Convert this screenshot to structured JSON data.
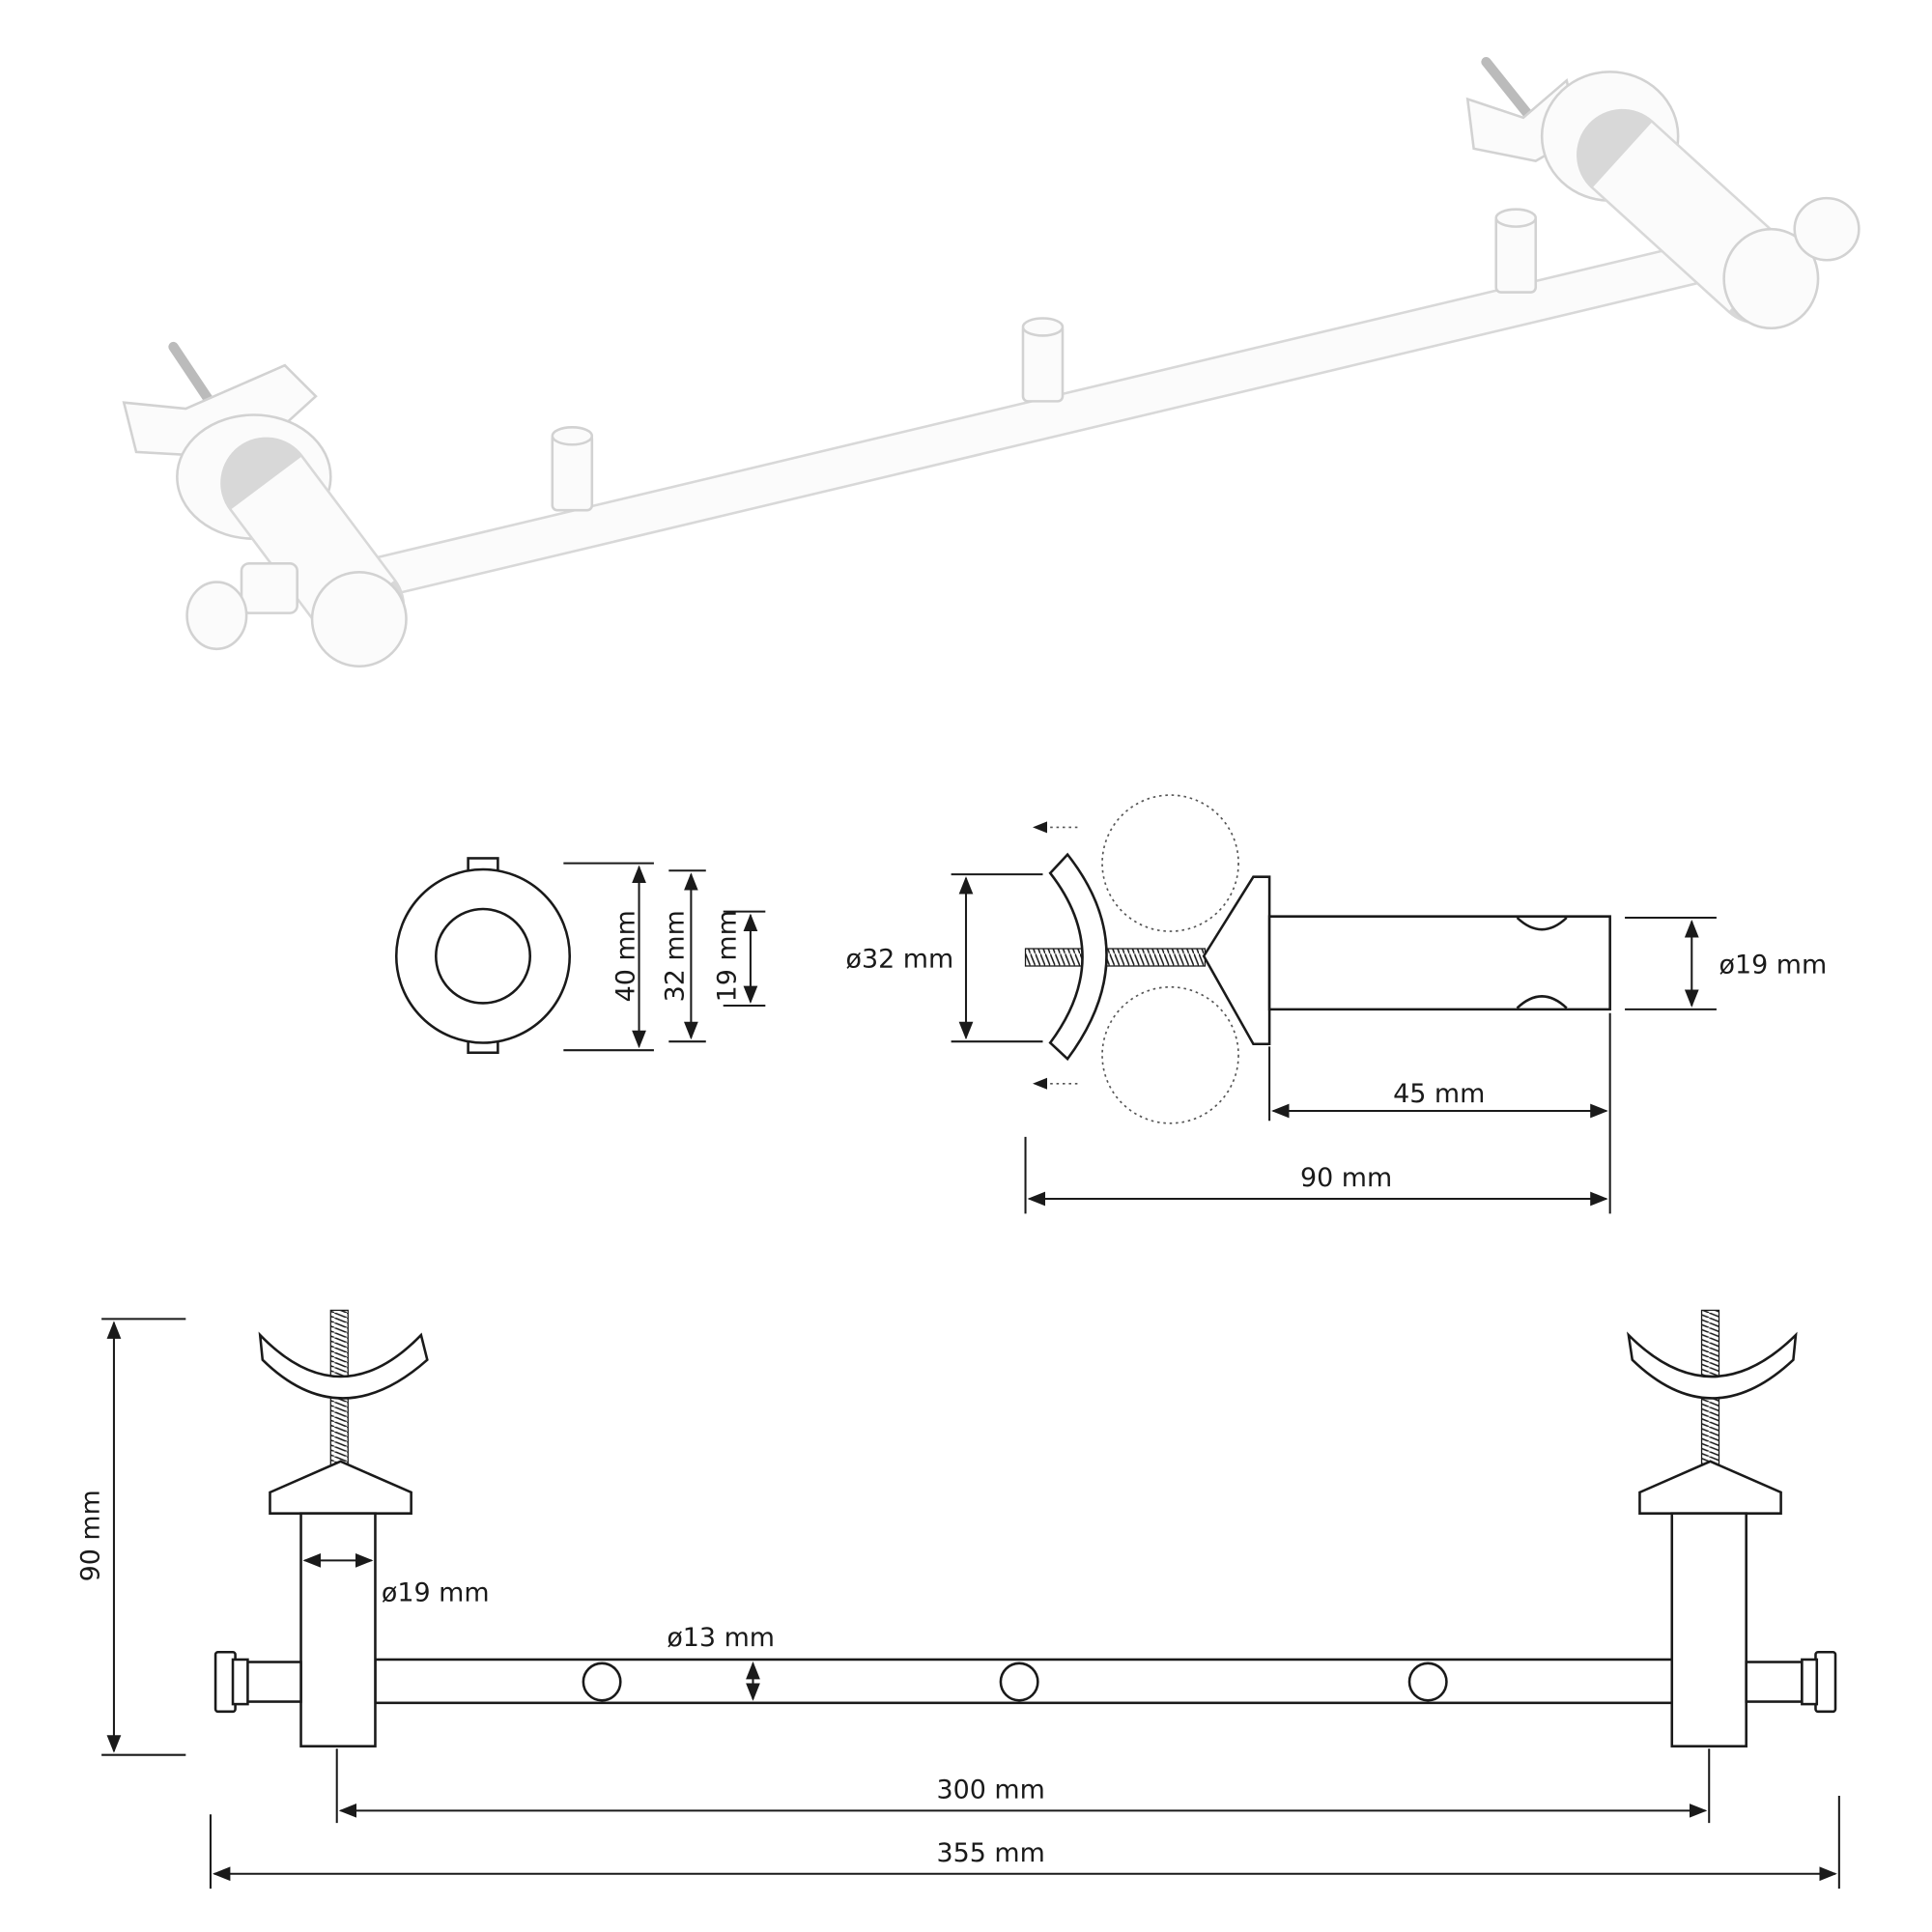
{
  "title": "Towel rail with hooks - dimensional drawing",
  "end_view": {
    "outer": "40 mm",
    "flange": "32 mm",
    "tube": "19 mm"
  },
  "side_view": {
    "clamp_diameter": "ø32 mm",
    "tube_diameter": "ø19 mm",
    "tube_length": "45 mm",
    "total_depth": "90 mm"
  },
  "front_view": {
    "height": "90 mm",
    "post_diameter": "ø19 mm",
    "bar_diameter": "ø13 mm",
    "center_distance": "300 mm",
    "total_width": "355 mm"
  },
  "colors": {
    "line": "#1a1a1a",
    "render": "#fbfbfb"
  }
}
